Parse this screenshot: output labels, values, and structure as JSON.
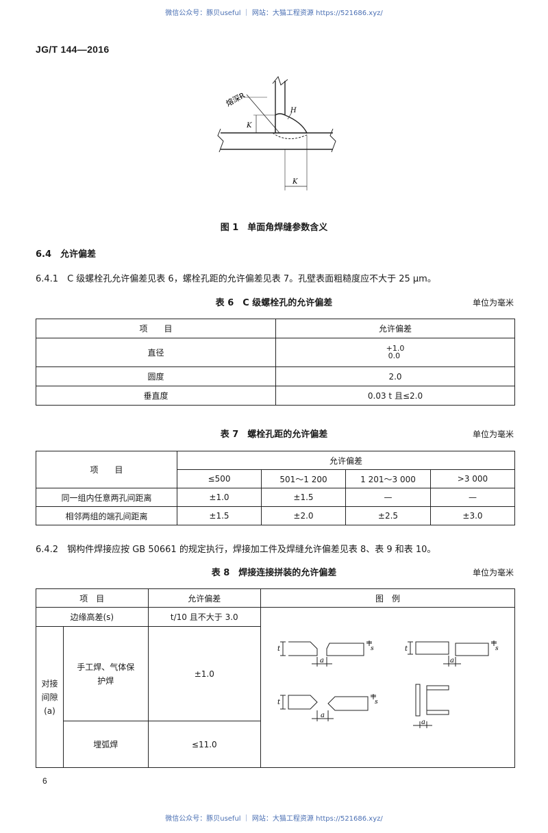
{
  "watermark": "微信公众号：豚贝useful ｜ 网站：大猫工程资源 https://521686.xyz/",
  "header": {
    "standard_code": "JG/T 144—2016"
  },
  "figure1": {
    "caption": "图 1　单面角焊缝参数含义",
    "label_depth": "熔深R",
    "label_h": "H",
    "label_k_vertical": "K",
    "label_k_horizontal": "K"
  },
  "section": {
    "heading": "6.4　允许偏差",
    "p641": "6.4.1　C 级螺栓孔允许偏差见表 6，螺栓孔距的允许偏差见表 7。孔壁表面粗糙度应不大于 25 μm。",
    "p642": "6.4.2　钢构件焊接应按 GB 50661 的规定执行，焊接加工件及焊缝允许偏差见表 8、表 9 和表 10。"
  },
  "unit_label": "单位为毫米",
  "table6": {
    "caption": "表 6　C 级螺栓孔的允许偏差",
    "headers": [
      "项　　目",
      "允许偏差"
    ],
    "rows": [
      {
        "item": "直径",
        "upper": "+1.0",
        "lower": "0.0"
      },
      {
        "item": "圆度",
        "value": "2.0"
      },
      {
        "item": "垂直度",
        "value": "0.03 t 且≤2.0"
      }
    ]
  },
  "table7": {
    "caption": "表 7　螺栓孔距的允许偏差",
    "header_item": "项　　目",
    "header_tol": "允许偏差",
    "subheaders": [
      "≤500",
      "501～1 200",
      "1 201～3 000",
      ">3 000"
    ],
    "rows": [
      {
        "item": "同一组内任意两孔间距离",
        "values": [
          "±1.0",
          "±1.5",
          "—",
          "—"
        ]
      },
      {
        "item": "相邻两组的端孔间距离",
        "values": [
          "±1.5",
          "±2.0",
          "±2.5",
          "±3.0"
        ]
      }
    ]
  },
  "table8": {
    "caption": "表 8　焊接连接拼装的允许偏差",
    "headers": [
      "项　目",
      "允许偏差",
      "图　例"
    ],
    "row_edge": {
      "item": "边缘高差(s)",
      "value": "t/10 且不大于 3.0"
    },
    "group_label": "对接间隙(a)",
    "row_manual": {
      "item": "手工焊、气体保护焊",
      "value": "±1.0"
    },
    "row_sub": {
      "item": "埋弧焊",
      "value": "≤11.0"
    },
    "diagram_labels": {
      "t": "t",
      "s": "s",
      "a": "a"
    }
  },
  "footer": {
    "page_number": "6"
  }
}
